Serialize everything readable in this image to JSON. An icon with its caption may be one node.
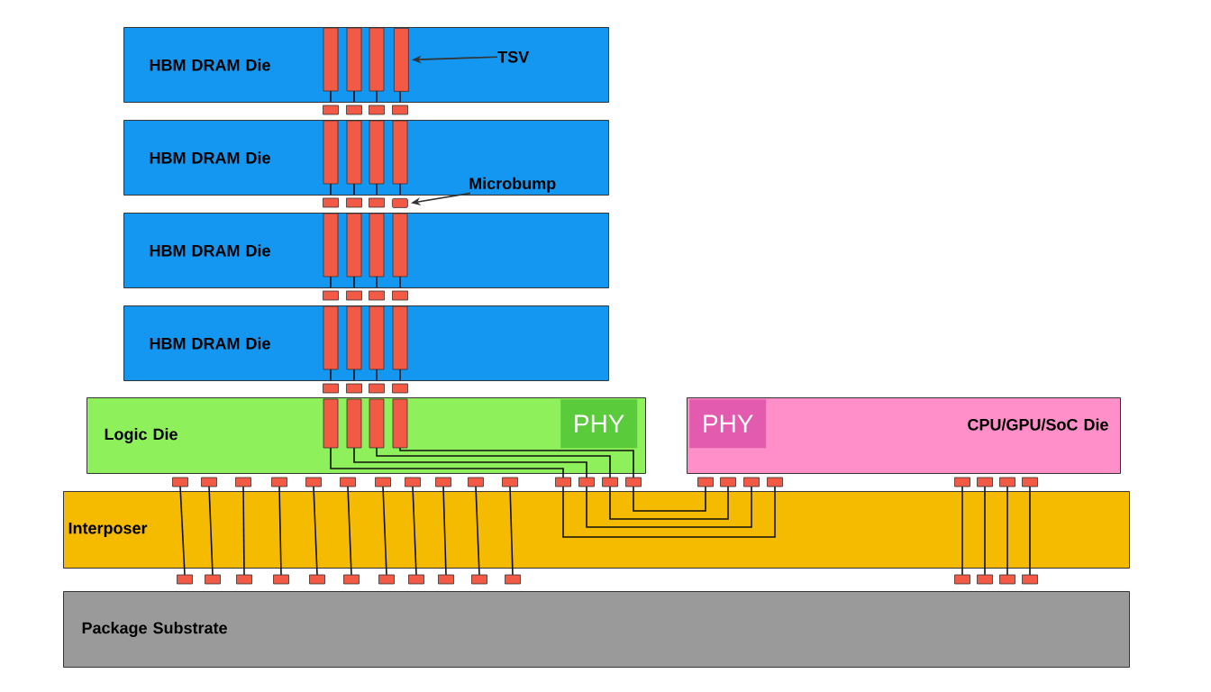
{
  "diagram": {
    "nodes": [
      {
        "text": [
          "HBM DRAM Die"
        ]
      },
      {
        "text": [
          "HBM DRAM Die"
        ]
      },
      {
        "text": [
          "HBM DRAM Die"
        ]
      },
      {
        "text": [
          "HBM DRAM Die"
        ]
      },
      {
        "text": [
          "Logic Die"
        ]
      },
      {
        "text": [
          "PHY"
        ],
        "in": 4
      },
      {
        "text": [
          "CPU/GPU/SoC Die"
        ]
      },
      {
        "text": [
          "PHY"
        ],
        "in": 6
      },
      {
        "text": [
          "Interposer"
        ]
      },
      {
        "text": [
          "Package Substrate"
        ]
      },
      {
        "text": [
          "TSV"
        ],
        "in": 0
      },
      {
        "text": [],
        "shape": "bar",
        "in": 0
      },
      {
        "text": [
          "Microbump"
        ],
        "in": 1
      },
      {
        "text": [],
        "shape": "box"
      }
    ],
    "edges": [
      {
        "from": 10,
        "to": 11,
        "arrow": "to"
      },
      {
        "from": 12,
        "to": 13,
        "arrow": "to"
      }
    ]
  }
}
